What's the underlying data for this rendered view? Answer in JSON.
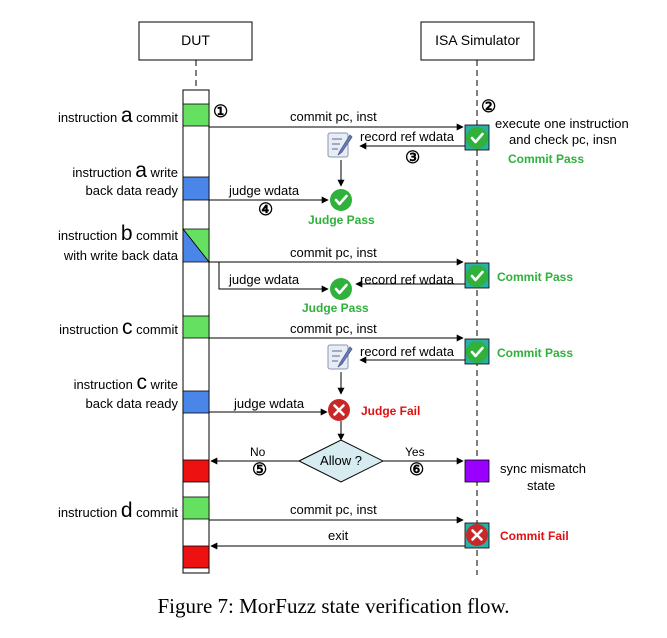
{
  "header": {
    "dut_label": "DUT",
    "isa_label": "ISA Simulator"
  },
  "left_labels": {
    "a_commit": {
      "pre": "instruction ",
      "letter": "a",
      "post": " commit"
    },
    "a_write_line1": {
      "pre": "instruction ",
      "letter": "a",
      "post": " write"
    },
    "a_write_line2": "back data ready",
    "b_commit_line1": {
      "pre": "instruction ",
      "letter": "b",
      "post": " commit"
    },
    "b_commit_line2": "with write back data",
    "c_commit": {
      "pre": "instruction ",
      "letter": "c",
      "post": " commit"
    },
    "c_write_line1": {
      "pre": "instruction ",
      "letter": "c",
      "post": " write"
    },
    "c_write_line2": "back data ready",
    "d_commit": {
      "pre": "instruction ",
      "letter": "d",
      "post": " commit"
    }
  },
  "arrows": {
    "commit_pc_inst": "commit pc, inst",
    "record_ref_wdata": "record ref wdata",
    "judge_wdata": "judge wdata",
    "exit": "exit",
    "no": "No",
    "yes": "Yes"
  },
  "steps": [
    "①",
    "②",
    "③",
    "④",
    "⑤",
    "⑥"
  ],
  "status": {
    "commit_pass": "Commit Pass",
    "judge_pass": "Judge Pass",
    "judge_fail": "Judge Fail",
    "commit_fail": "Commit Fail"
  },
  "right_notes": {
    "execute_line1": "execute one instruction",
    "execute_line2": "and check pc, insn",
    "sync_line1": "sync mismatch",
    "sync_line2": "state"
  },
  "decision": "Allow ?",
  "caption": "Figure 7: MorFuzz state verification flow.",
  "colors": {
    "green_block": "#66e060",
    "blue_block": "#4a86e8",
    "red_block": "#ee1111",
    "purple_block": "#9a00ff",
    "teal_block": "#2ab0a8",
    "pass_green": "#2fb13c",
    "fail_red": "#e01010",
    "diamond_fill": "#d6ecf0"
  },
  "icons": [
    "check-icon",
    "cross-icon",
    "notepad-icon"
  ]
}
